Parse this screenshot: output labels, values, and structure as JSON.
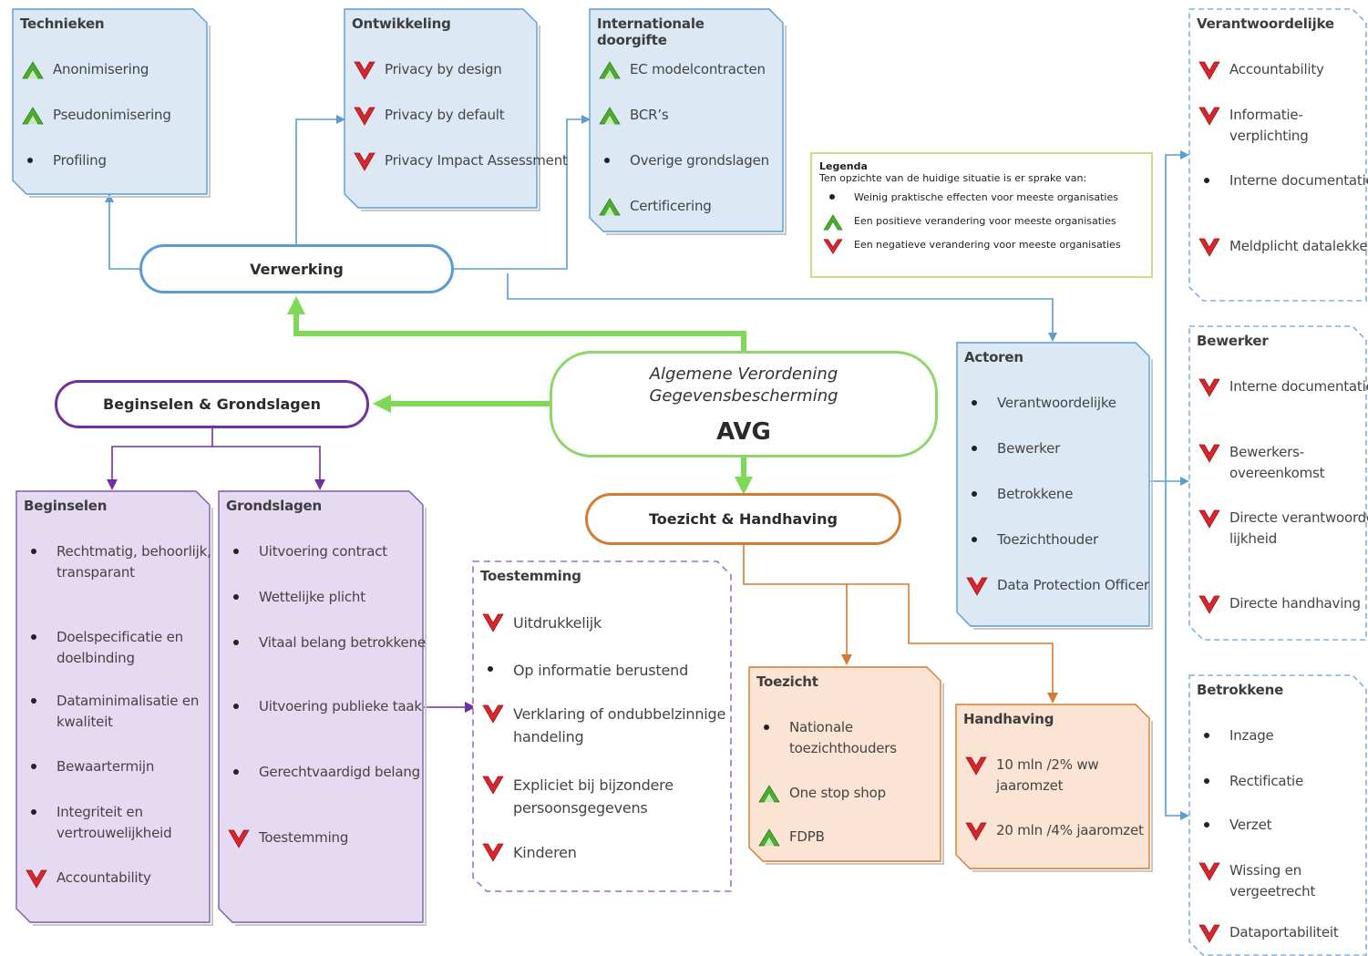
{
  "center": {
    "title": "Algemene Verordening Gegevensbescherming",
    "abbr": "AVG"
  },
  "nodes": {
    "verwerking": "Verwerking",
    "beginselen_grondslagen": "Beginselen & Grondslagen",
    "toezicht_handhaving": "Toezicht & Handhaving"
  },
  "legend": {
    "title": "Legenda",
    "subtitle": "Ten opzichte van de huidige situatie is er sprake van:",
    "items": [
      {
        "icon": "dot",
        "text": "Weinig praktische effecten voor meeste organisaties"
      },
      {
        "icon": "up",
        "text": "Een positieve verandering voor meeste organisaties"
      },
      {
        "icon": "down",
        "text": "Een negatieve verandering voor meeste organisaties"
      }
    ]
  },
  "boxes": {
    "technieken": {
      "title": "Technieken",
      "items": [
        {
          "icon": "up",
          "text": "Anonimisering"
        },
        {
          "icon": "up",
          "text": "Pseudonimisering"
        },
        {
          "icon": "dot",
          "text": "Profiling"
        }
      ]
    },
    "ontwikkeling": {
      "title": "Ontwikkeling",
      "items": [
        {
          "icon": "down",
          "text": "Privacy by design"
        },
        {
          "icon": "down",
          "text": "Privacy by default"
        },
        {
          "icon": "down",
          "text": "Privacy Impact Assessment"
        }
      ]
    },
    "internationale": {
      "title": "Internationale doorgifte",
      "items": [
        {
          "icon": "up",
          "text": "EC modelcontracten"
        },
        {
          "icon": "up",
          "text": "BCR’s"
        },
        {
          "icon": "dot",
          "text": "Overige grondslagen"
        },
        {
          "icon": "up",
          "text": "Certificering"
        }
      ]
    },
    "actoren": {
      "title": "Actoren",
      "items": [
        {
          "icon": "dot",
          "text": "Verantwoordelijke"
        },
        {
          "icon": "dot",
          "text": "Bewerker"
        },
        {
          "icon": "dot",
          "text": "Betrokkene"
        },
        {
          "icon": "dot",
          "text": "Toezichthouder"
        },
        {
          "icon": "down",
          "text": "Data Protection Officer"
        }
      ]
    },
    "verantwoordelijke": {
      "title": "Verantwoordelijke",
      "items": [
        {
          "icon": "down",
          "text": "Accountability"
        },
        {
          "icon": "down",
          "text": "Informatie-verplichting"
        },
        {
          "icon": "dot",
          "text": "Interne documentatie"
        },
        {
          "icon": "down",
          "text": "Meldplicht datalekken"
        }
      ]
    },
    "bewerker": {
      "title": "Bewerker",
      "items": [
        {
          "icon": "down",
          "text": "Interne documentatie"
        },
        {
          "icon": "down",
          "text": "Bewerkers-overeenkomst"
        },
        {
          "icon": "down",
          "text": "Directe verantwoorde-lijkheid"
        },
        {
          "icon": "down",
          "text": "Directe handhaving"
        }
      ]
    },
    "betrokkene": {
      "title": "Betrokkene",
      "items": [
        {
          "icon": "dot",
          "text": "Inzage"
        },
        {
          "icon": "dot",
          "text": "Rectificatie"
        },
        {
          "icon": "dot",
          "text": "Verzet"
        },
        {
          "icon": "down",
          "text": "Wissing en vergeetrecht"
        },
        {
          "icon": "down",
          "text": "Dataportabiliteit"
        }
      ]
    },
    "beginselen": {
      "title": "Beginselen",
      "items": [
        {
          "icon": "dot",
          "text": "Rechtmatig, behoorlijk, transparant"
        },
        {
          "icon": "dot",
          "text": "Doelspecificatie en doelbinding"
        },
        {
          "icon": "dot",
          "text": "Dataminimalisatie en kwaliteit"
        },
        {
          "icon": "dot",
          "text": "Bewaartermijn"
        },
        {
          "icon": "dot",
          "text": "Integriteit en vertrouwelijkheid"
        },
        {
          "icon": "down",
          "text": "Accountability"
        }
      ]
    },
    "grondslagen": {
      "title": "Grondslagen",
      "items": [
        {
          "icon": "dot",
          "text": "Uitvoering contract"
        },
        {
          "icon": "dot",
          "text": "Wettelijke plicht"
        },
        {
          "icon": "dot",
          "text": "Vitaal belang betrokkene"
        },
        {
          "icon": "dot",
          "text": "Uitvoering publieke taak"
        },
        {
          "icon": "dot",
          "text": "Gerechtvaardigd belang"
        },
        {
          "icon": "down",
          "text": "Toestemming"
        }
      ]
    },
    "toestemming": {
      "title": "Toestemming",
      "items": [
        {
          "icon": "down",
          "text": "Uitdrukkelijk"
        },
        {
          "icon": "dot",
          "text": "Op informatie berustend"
        },
        {
          "icon": "down",
          "text": "Verklaring of ondubbelzinnige handeling"
        },
        {
          "icon": "down",
          "text": "Expliciet bij bijzondere persoonsgegevens"
        },
        {
          "icon": "down",
          "text": "Kinderen"
        }
      ]
    },
    "toezicht": {
      "title": "Toezicht",
      "items": [
        {
          "icon": "dot",
          "text": "Nationale toezichthouders"
        },
        {
          "icon": "up",
          "text": "One stop shop"
        },
        {
          "icon": "up",
          "text": "FDPB"
        }
      ]
    },
    "handhaving": {
      "title": "Handhaving",
      "items": [
        {
          "icon": "down",
          "text": "10 mln /2% ww jaaromzet"
        },
        {
          "icon": "down",
          "text": "20 mln /4% jaaromzet"
        }
      ]
    }
  }
}
